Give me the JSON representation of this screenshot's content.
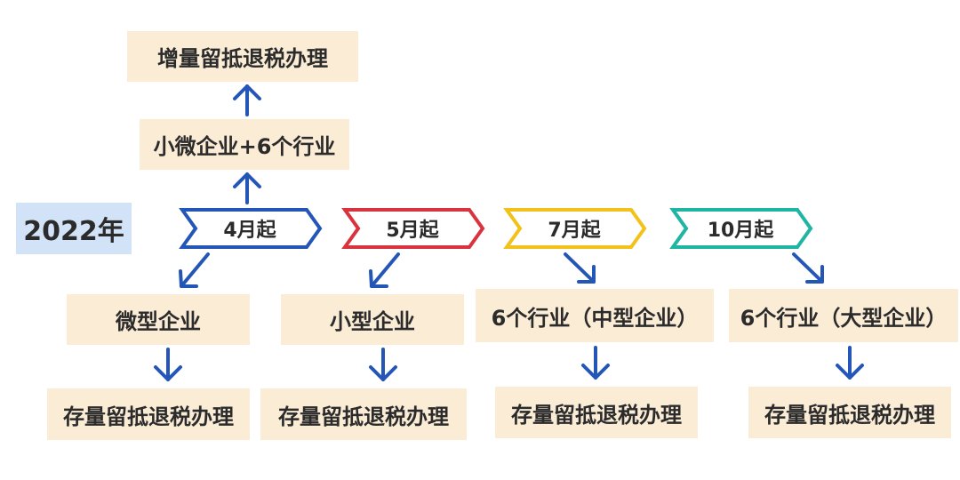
{
  "year_label": "2022年",
  "top_branch": {
    "step1": "小微企业+6个行业",
    "step2": "增量留抵退税办理"
  },
  "stages": [
    {
      "chevron": "4月起",
      "scope": "微型企业",
      "action": "存量留抵退税办理",
      "color": "#2456b8"
    },
    {
      "chevron": "5月起",
      "scope": "小型企业",
      "action": "存量留抵退税办理",
      "color": "#d9333f"
    },
    {
      "chevron": "7月起",
      "scope": "6个行业（中型企业）",
      "action": "存量留抵退税办理",
      "color": "#f2c21b"
    },
    {
      "chevron": "10月起",
      "scope": "6个行业（大型企业）",
      "action": "存量留抵退税办理",
      "color": "#1fb5a3"
    }
  ],
  "arrow_color": "#2456b8"
}
